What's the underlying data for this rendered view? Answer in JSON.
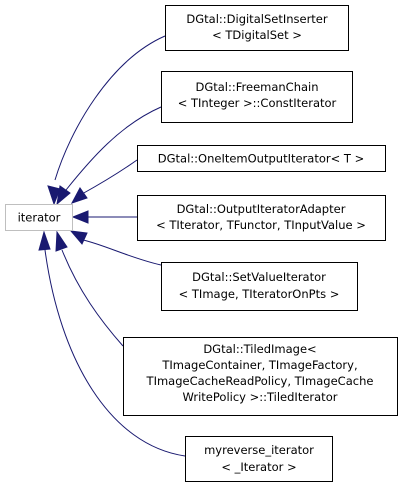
{
  "diagram": {
    "type": "inheritance-graph",
    "edge_color": "#191970",
    "root_border_color": "#bfbfbf",
    "root": {
      "id": "iterator",
      "label": "iterator"
    },
    "nodes": [
      {
        "id": "digital-set-inserter",
        "lines": [
          "DGtal::DigitalSetInserter",
          "< TDigitalSet >"
        ]
      },
      {
        "id": "freeman-chain-const-iterator",
        "lines": [
          "DGtal::FreemanChain",
          "< TInteger >::ConstIterator"
        ]
      },
      {
        "id": "one-item-output-iterator",
        "lines": [
          "DGtal::OneItemOutputIterator< T >"
        ]
      },
      {
        "id": "output-iterator-adapter",
        "lines": [
          "DGtal::OutputIteratorAdapter",
          "< TIterator, TFunctor, TInputValue >"
        ]
      },
      {
        "id": "set-value-iterator",
        "lines": [
          "DGtal::SetValueIterator",
          "< TImage, TIteratorOnPts >"
        ]
      },
      {
        "id": "tiled-image-tiled-iterator",
        "lines": [
          "DGtal::TiledImage<",
          "TImageContainer, TImageFactory,",
          "TImageCacheReadPolicy, TImageCache",
          "WritePolicy >::TiledIterator"
        ]
      },
      {
        "id": "myreverse-iterator",
        "lines": [
          "myreverse_iterator",
          "< _Iterator >"
        ]
      }
    ]
  }
}
